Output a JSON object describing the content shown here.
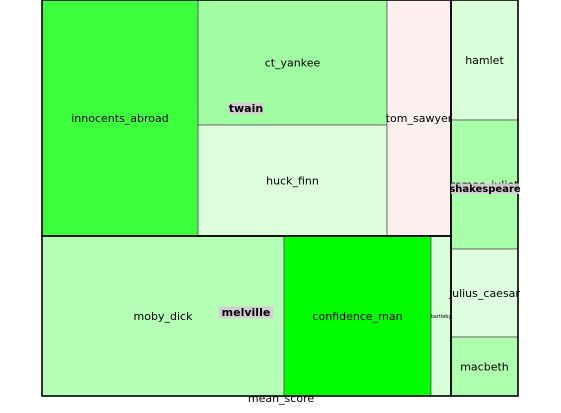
{
  "chart_data": {
    "type": "treemap",
    "xlabel": "mean_score",
    "groups": [
      {
        "name": "twain",
        "items": [
          {
            "name": "innocents_abroad",
            "color": "#3dfe3d"
          },
          {
            "name": "ct_yankee",
            "color": "#a2fea2"
          },
          {
            "name": "huck_finn",
            "color": "#ddfedd"
          },
          {
            "name": "tom_sawyer",
            "color": "#feefef"
          }
        ]
      },
      {
        "name": "melville",
        "items": [
          {
            "name": "moby_dick",
            "color": "#b5feb5"
          },
          {
            "name": "confidence_man",
            "color": "#00fe00"
          },
          {
            "name": "bartleby",
            "color": "#d9fed9"
          }
        ]
      },
      {
        "name": "shakespeare",
        "items": [
          {
            "name": "hamlet",
            "color": "#dafeda"
          },
          {
            "name": "romeo_juliet",
            "color": "#a9fea9"
          },
          {
            "name": "julius_caesar",
            "color": "#dffedf"
          },
          {
            "name": "macbeth",
            "color": "#aefeae"
          }
        ]
      }
    ]
  }
}
